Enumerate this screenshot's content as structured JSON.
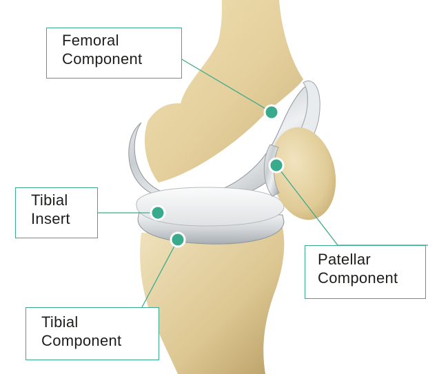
{
  "labels": {
    "femoral": [
      "Femoral",
      "Component"
    ],
    "tibial_insert": [
      "Tibial",
      "Insert"
    ],
    "patellar": [
      "Patellar",
      "Component"
    ],
    "tibial_component": [
      "Tibial",
      "Component"
    ]
  },
  "colors": {
    "accent": "#3aaa8c",
    "bone": "#e9d8aa",
    "metal": "#cfd3d6"
  }
}
